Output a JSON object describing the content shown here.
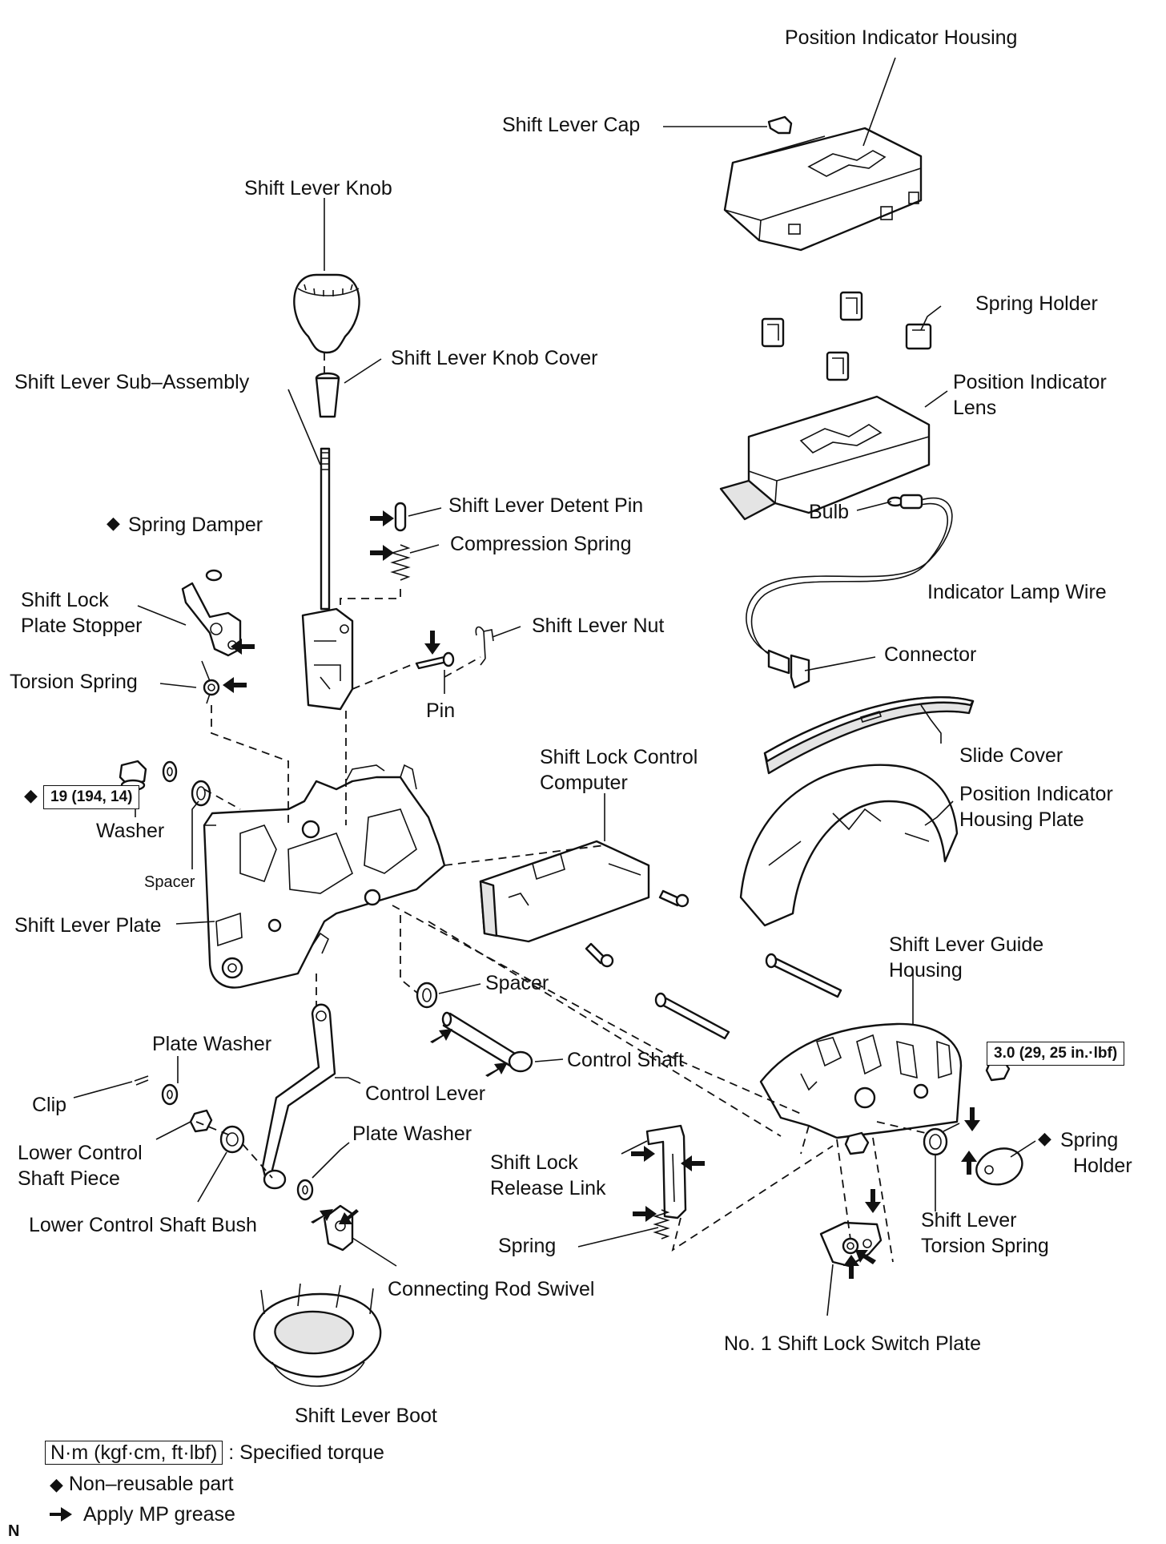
{
  "labels": {
    "position_indicator_housing": "Position Indicator Housing",
    "shift_lever_cap": "Shift Lever Cap",
    "shift_lever_knob": "Shift Lever Knob",
    "spring_holder_top": "Spring Holder",
    "shift_lever_knob_cover": "Shift Lever Knob Cover",
    "shift_lever_sub_assembly": "Shift Lever Sub–Assembly",
    "position_indicator_lens_1": "Position Indicator",
    "position_indicator_lens_2": "Lens",
    "bulb": "Bulb",
    "shift_lever_detent_pin": "Shift Lever Detent Pin",
    "spring_damper": "Spring Damper",
    "compression_spring": "Compression Spring",
    "indicator_lamp_wire": "Indicator Lamp Wire",
    "shift_lock_plate_stopper_1": "Shift Lock",
    "shift_lock_plate_stopper_2": "Plate Stopper",
    "shift_lever_nut": "Shift Lever Nut",
    "connector": "Connector",
    "torsion_spring": "Torsion Spring",
    "pin": "Pin",
    "slide_cover": "Slide Cover",
    "shift_lock_control_computer_1": "Shift Lock Control",
    "shift_lock_control_computer_2": "Computer",
    "position_indicator_housing_plate_1": "Position Indicator",
    "position_indicator_housing_plate_2": "Housing Plate",
    "washer": "Washer",
    "spacer_small": "Spacer",
    "shift_lever_plate": "Shift Lever Plate",
    "shift_lever_guide_housing_1": "Shift Lever Guide",
    "shift_lever_guide_housing_2": "Housing",
    "spacer": "Spacer",
    "plate_washer_1": "Plate Washer",
    "control_shaft": "Control Shaft",
    "clip": "Clip",
    "control_lever": "Control Lever",
    "lower_control_shaft_piece_1": "Lower Control",
    "lower_control_shaft_piece_2": "Shaft Piece",
    "plate_washer_2": "Plate Washer",
    "spring_holder_right_1": "Spring",
    "spring_holder_right_2": "Holder",
    "shift_lock_release_link_1": "Shift Lock",
    "shift_lock_release_link_2": "Release Link",
    "shift_lever_torsion_spring_1": "Shift Lever",
    "shift_lever_torsion_spring_2": "Torsion Spring",
    "lower_control_shaft_bush": "Lower Control Shaft Bush",
    "spring": "Spring",
    "connecting_rod_swivel": "Connecting Rod Swivel",
    "no1_shift_lock_switch_plate": "No. 1 Shift Lock Switch Plate",
    "shift_lever_boot": "Shift Lever Boot"
  },
  "torque": {
    "shift_lever_plate_nut": "19 (194, 14)",
    "guide_housing_nut": "3.0 (29, 25 in.·lbf)"
  },
  "symbols": {
    "non_reusable": "◆",
    "grease": "➜"
  },
  "legend": {
    "torque_unit": "N·m (kgf·cm, ft·lbf)",
    "torque_text": ": Specified torque",
    "non_reusable_text": "Non–reusable part",
    "grease_text": "Apply MP grease"
  },
  "corner_mark": "N",
  "colors": {
    "ink": "#111111",
    "paper": "#ffffff",
    "shade": "#e4e4e4"
  }
}
